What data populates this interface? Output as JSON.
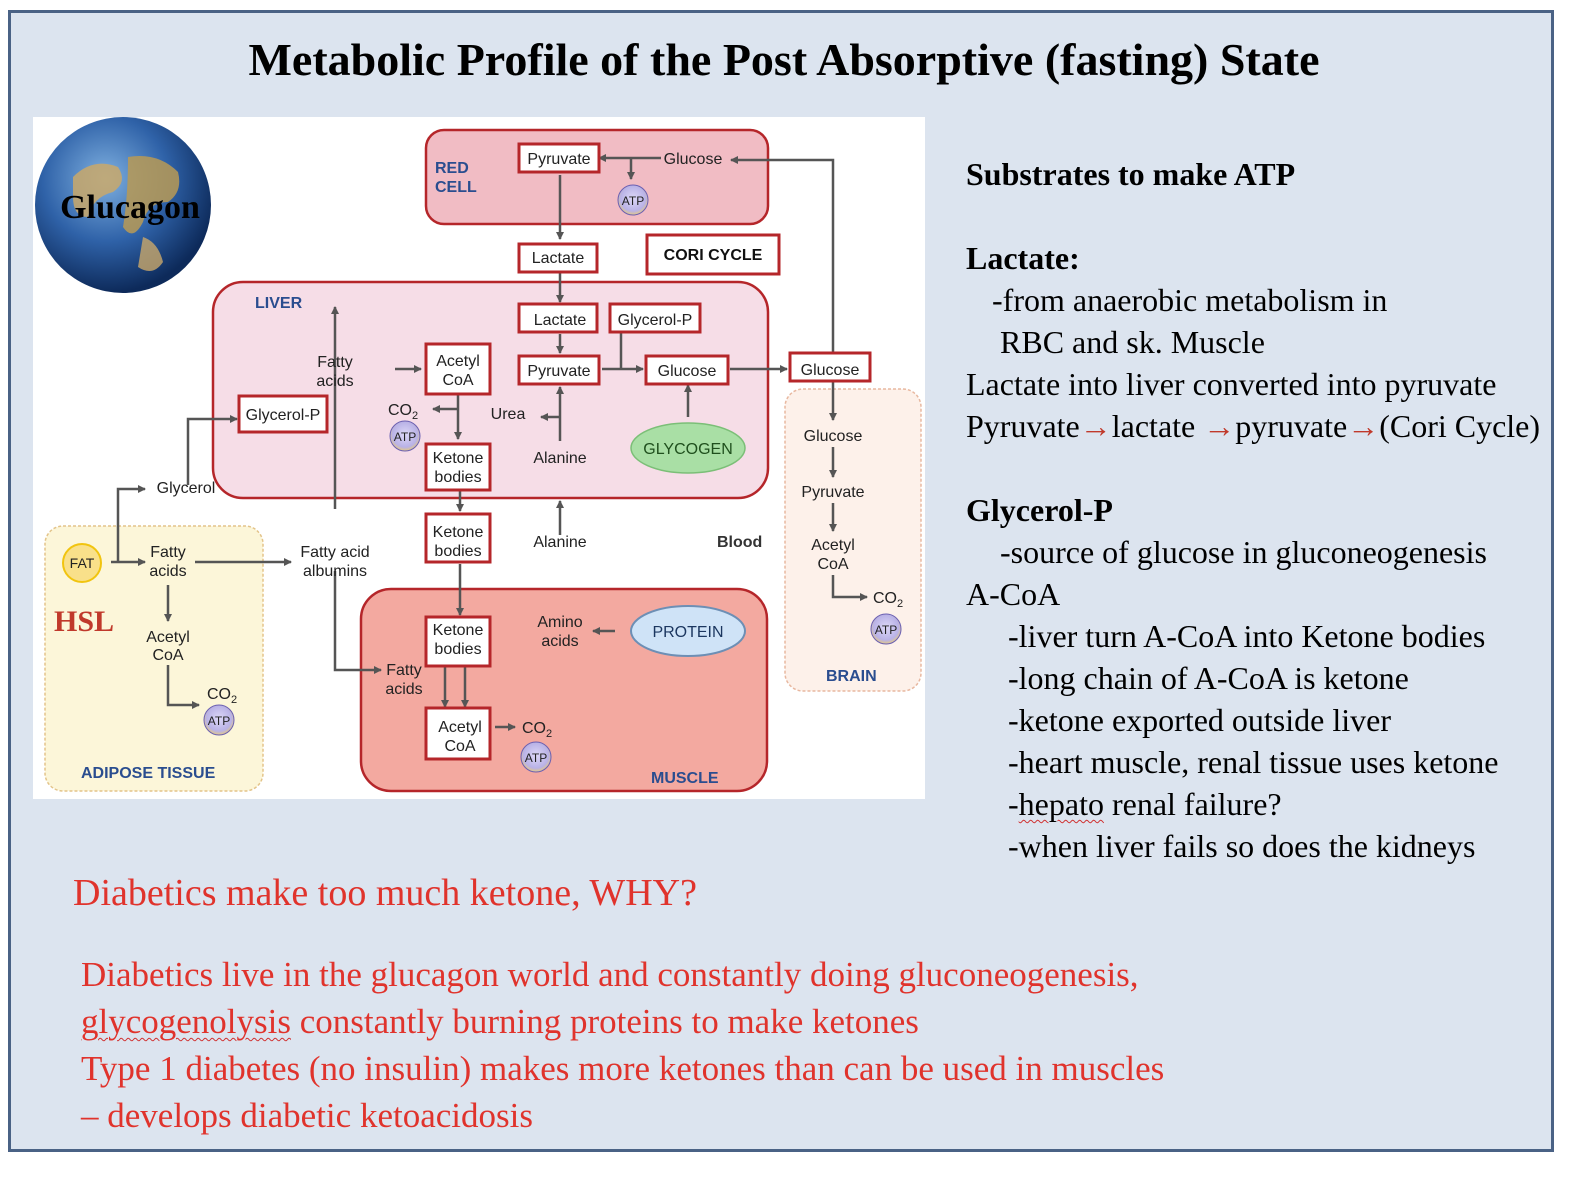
{
  "title": "Metabolic Profile of the Post Absorptive (fasting) State",
  "diagram": {
    "globe_label": "Glucagon",
    "hsl_label": "HSL",
    "compartments": {
      "red_cell": "RED CELL",
      "liver": "LIVER",
      "adipose": "ADIPOSE TISSUE",
      "muscle": "MUSCLE",
      "brain": "BRAIN",
      "blood": "Blood"
    },
    "cori_cycle": "CORI CYCLE",
    "atp": "ATP",
    "co2": "CO",
    "co2_sub": "2",
    "nodes": {
      "rc_pyruvate": "Pyruvate",
      "rc_glucose": "Glucose",
      "lactate_blood": "Lactate",
      "liver_lactate": "Lactate",
      "liver_glycerol_p_top": "Glycerol-P",
      "liver_fatty": "Fatty",
      "liver_acids": "acids",
      "liver_acetyl": "Acetyl",
      "liver_coa": "CoA",
      "liver_pyruvate": "Pyruvate",
      "liver_glucose": "Glucose",
      "liver_glycerol_p_left": "Glycerol-P",
      "urea": "Urea",
      "liver_ketone_1": "Ketone",
      "liver_ketone_2": "bodies",
      "liver_alanine": "Alanine",
      "glycogen": "GLYCOGEN",
      "blood_glucose": "Glucose",
      "glycerol": "Glycerol",
      "fat": "FAT",
      "ad_fatty": "Fatty",
      "ad_acids": "acids",
      "fa_alb_1": "Fatty acid",
      "fa_alb_2": "albumins",
      "blood_ketone_1": "Ketone",
      "blood_ketone_2": "bodies",
      "blood_alanine": "Alanine",
      "ad_acetyl": "Acetyl",
      "ad_coa": "CoA",
      "mu_ketone_1": "Ketone",
      "mu_ketone_2": "bodies",
      "amino_1": "Amino",
      "amino_2": "acids",
      "protein": "PROTEIN",
      "mu_fatty": "Fatty",
      "mu_acids": "acids",
      "mu_acetyl": "Acetyl",
      "mu_coa": "CoA",
      "br_glucose": "Glucose",
      "br_pyruvate": "Pyruvate",
      "br_acetyl": "Acetyl",
      "br_coa": "CoA"
    }
  },
  "substrates": {
    "heading": "Substrates to make ATP",
    "lactate_heading": "Lactate:",
    "lactate_1": "-from anaerobic metabolism in",
    "lactate_2": "RBC and sk. Muscle",
    "lactate_3": "Lactate into liver converted into pyruvate",
    "cycle_pyruvate": "Pyruvate",
    "cycle_lactate": "lactate",
    "cycle_pyruvate2": "pyruvate",
    "cycle_cori": "(Cori Cycle)",
    "glycerol_heading": "Glycerol-P",
    "glycerol_1": "-source of glucose in gluconeogenesis",
    "acoa_heading": "A-CoA",
    "acoa_1": "-liver turn A-CoA into Ketone bodies",
    "acoa_2": "-long chain of A-CoA is ketone",
    "acoa_3": "-ketone exported outside liver",
    "acoa_4": "-heart muscle, renal tissue uses ketone",
    "acoa_5a": "-",
    "acoa_5b": "hepato",
    "acoa_5c": " renal failure?",
    "acoa_6": "-when liver fails so does the kidneys"
  },
  "question": "Diabetics make too much ketone, WHY?",
  "answer": {
    "line1": "Diabetics live in the glucagon world and constantly doing gluconeogenesis,",
    "line2a": "glycogenolysis",
    "line2b": " constantly burning proteins to make ketones",
    "line3": "Type 1 diabetes (no insulin) makes more ketones than can be used in muscles",
    "line4": "– develops diabetic ketoacidosis"
  },
  "colors": {
    "title_border": "#4a6285",
    "box_red": "#b5262a",
    "red_text": "#e0332c",
    "label_blue": "#2a4d8f",
    "atp_fill": "#b9b2e6",
    "glycogen_fill": "#a9dfa5",
    "protein_fill": "#cfe3f7"
  }
}
